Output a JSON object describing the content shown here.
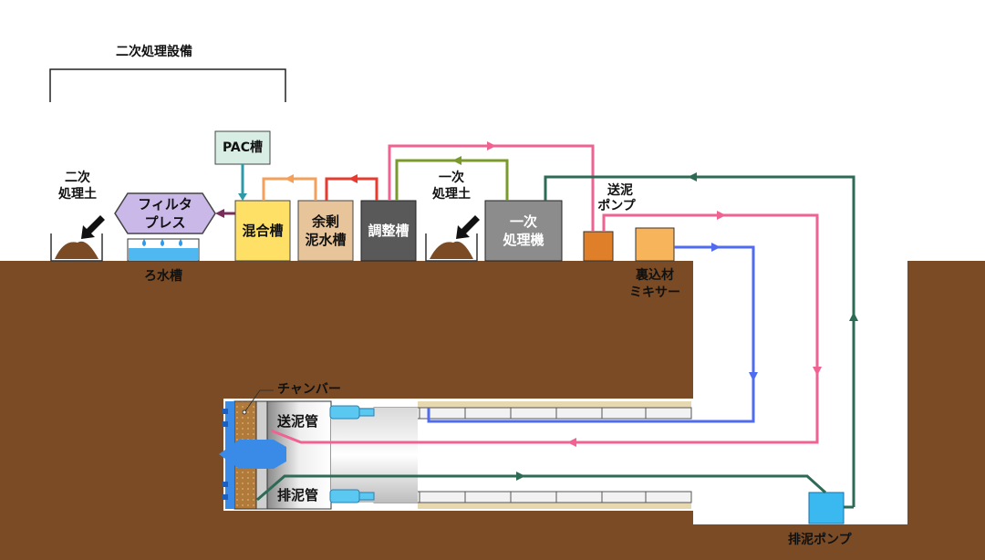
{
  "labels": {
    "secondary_facility": "二次処理設備",
    "secondary_soil_1": "二次",
    "secondary_soil_2": "処理土",
    "filter_press_1": "フィルタ",
    "filter_press_2": "プレス",
    "filtrate_tank": "ろ水槽",
    "pac_tank": "PAC槽",
    "mixing_tank": "混合槽",
    "surplus_1": "余剰",
    "surplus_2": "泥水槽",
    "adjust_tank": "調整槽",
    "primary_soil_1": "一次",
    "primary_soil_2": "処理土",
    "primary_machine_1": "一次",
    "primary_machine_2": "処理機",
    "feed_pump_1": "送泥",
    "feed_pump_2": "ポンプ",
    "backfill_1": "裏込材",
    "backfill_2": "ミキサー",
    "chamber": "チャンバー",
    "feed_pipe": "送泥管",
    "discharge_pipe": "排泥管",
    "discharge_pump": "排泥ポンプ"
  },
  "colors": {
    "ground": "#7a4b24",
    "pink": "#f06292",
    "green": "#2e6b55",
    "blue": "#4f6bf0",
    "olive": "#7a9a2b",
    "red": "#e83a2e",
    "orange": "#f5a05a",
    "purple": "#7a2d5a",
    "teal": "#2e9aa8"
  }
}
